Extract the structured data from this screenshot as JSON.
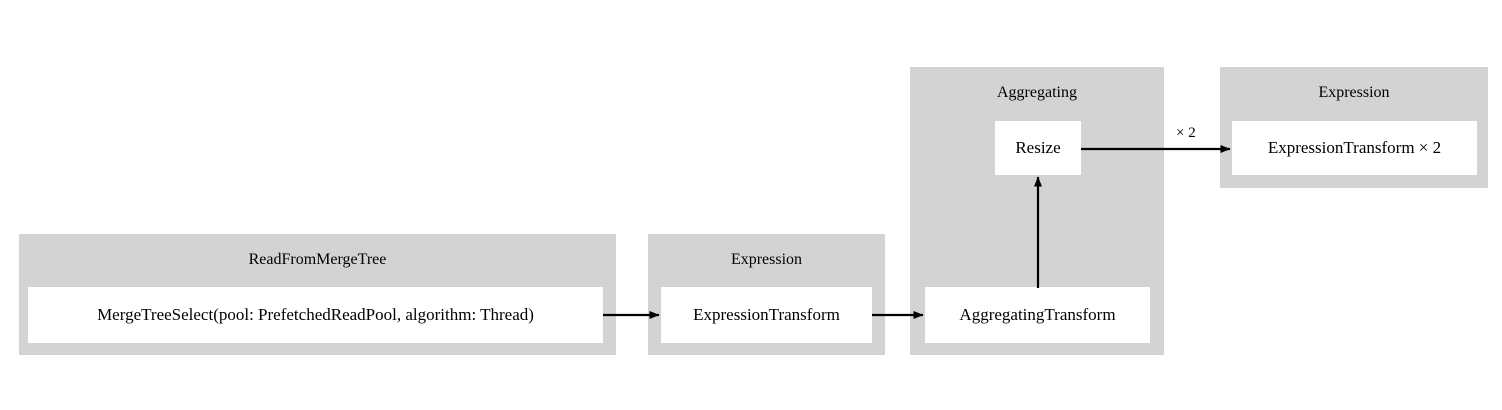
{
  "diagram": {
    "type": "query-pipeline-graph",
    "background_color": "#ffffff",
    "cluster_color": "#d3d3d3",
    "node_color": "#ffffff",
    "edge_color": "#000000"
  },
  "clusters": [
    {
      "id": "read-from-merge-tree",
      "title": "ReadFromMergeTree",
      "nodes": [
        {
          "id": "merge-tree-select",
          "label": "MergeTreeSelect(pool: PrefetchedReadPool, algorithm: Thread)"
        }
      ]
    },
    {
      "id": "expression-1",
      "title": "Expression",
      "nodes": [
        {
          "id": "expression-transform",
          "label": "ExpressionTransform"
        }
      ]
    },
    {
      "id": "aggregating",
      "title": "Aggregating",
      "nodes": [
        {
          "id": "resize",
          "label": "Resize"
        },
        {
          "id": "aggregating-transform",
          "label": "AggregatingTransform"
        }
      ]
    },
    {
      "id": "expression-2",
      "title": "Expression",
      "nodes": [
        {
          "id": "expression-transform-x2",
          "label": "ExpressionTransform × 2"
        }
      ]
    }
  ],
  "edges": [
    {
      "id": "edge-mergetreeselect-to-expressiontransform",
      "from": "merge-tree-select",
      "to": "expression-transform",
      "label": ""
    },
    {
      "id": "edge-expressiontransform-to-aggregatingtransform",
      "from": "expression-transform",
      "to": "aggregating-transform",
      "label": ""
    },
    {
      "id": "edge-aggregatingtransform-to-resize",
      "from": "aggregating-transform",
      "to": "resize",
      "label": ""
    },
    {
      "id": "edge-resize-to-expressiontransform-x2",
      "from": "resize",
      "to": "expression-transform-x2",
      "label": "× 2"
    }
  ]
}
